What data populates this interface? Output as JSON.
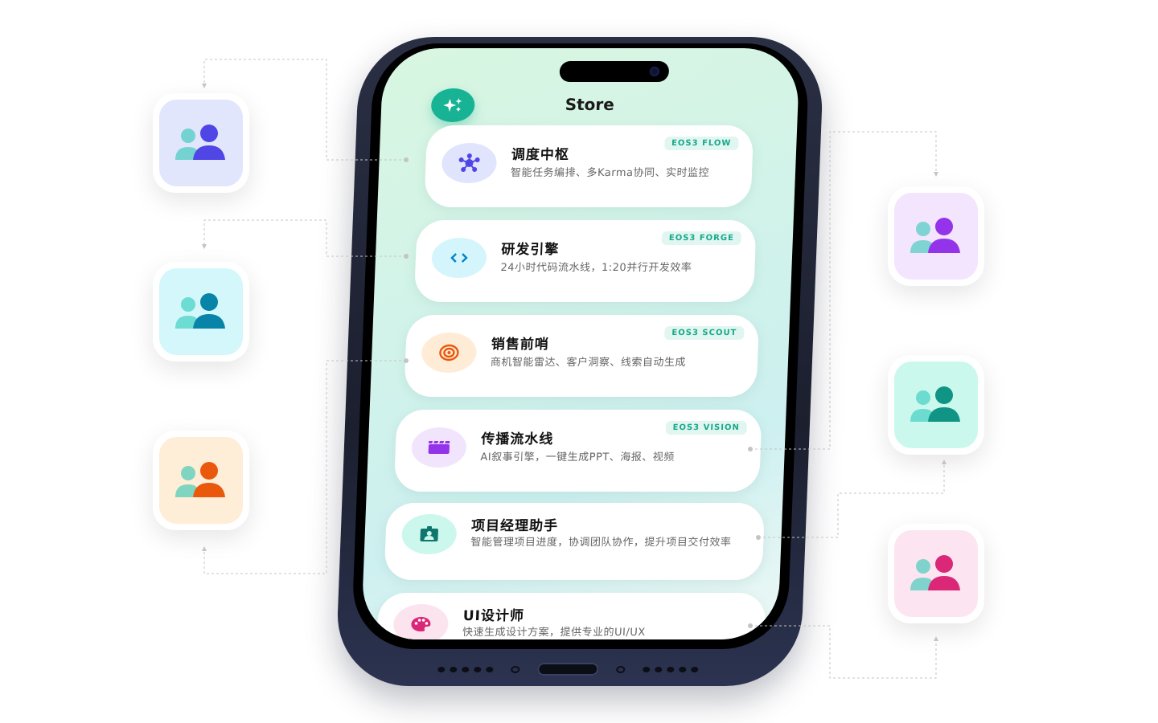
{
  "colors": {
    "accent": "#17b394",
    "badge_text": "#17a88a",
    "badge_bg": "#e2f6f1",
    "connector": "#c4c4c4"
  },
  "screen": {
    "title": "Store",
    "header_button_icon": "sparkles-icon"
  },
  "cards": [
    {
      "title": "调度中枢",
      "description": "智能任务编排、多Karma协同、实时监控",
      "badge": "EOS3 FLOW",
      "icon": "network-hub-icon",
      "icon_color": "#4f46e5",
      "icon_bg": "#e0e4fd"
    },
    {
      "title": "研发引擎",
      "description": "24小时代码流水线，1:20并行开发效率",
      "badge": "EOS3 FORGE",
      "icon": "code-brackets-icon",
      "icon_color": "#0284c7",
      "icon_bg": "#d4f5fb"
    },
    {
      "title": "销售前哨",
      "description": "商机智能雷达、客户洞察、线索自动生成",
      "badge": "EOS3 SCOUT",
      "icon": "radar-target-icon",
      "icon_color": "#ea580c",
      "icon_bg": "#ffecd6"
    },
    {
      "title": "传播流水线",
      "description": "AI叙事引擎，一键生成PPT、海报、视频",
      "badge": "EOS3 VISION",
      "icon": "clapperboard-icon",
      "icon_color": "#9333ea",
      "icon_bg": "#f1e4fd"
    },
    {
      "title": "项目经理助手",
      "description": "智能管理项目进度，协调团队协作，提升项目交付效率",
      "badge": "",
      "icon": "id-badge-icon",
      "icon_color": "#0f766e",
      "icon_bg": "#ccf7ec"
    },
    {
      "title": "UI设计师",
      "description": "快速生成设计方案，提供专业的UI/UX",
      "badge": "",
      "icon": "palette-icon",
      "icon_color": "#db2777",
      "icon_bg": "#fce4ef"
    }
  ],
  "agent_tiles": [
    {
      "side": "left",
      "icon": "users-icon",
      "bg": "#e1e6fd",
      "primary": "#4f46e5",
      "secondary": "#74d3d0"
    },
    {
      "side": "left",
      "icon": "users-icon",
      "bg": "#d3f7fb",
      "primary": "#0784a8",
      "secondary": "#6ddcd3"
    },
    {
      "side": "left",
      "icon": "users-icon",
      "bg": "#feedd7",
      "primary": "#ea580c",
      "secondary": "#80d5c1"
    },
    {
      "side": "right",
      "icon": "users-icon",
      "bg": "#f3e5fd",
      "primary": "#9333ea",
      "secondary": "#80d3d3"
    },
    {
      "side": "right",
      "icon": "users-icon",
      "bg": "#cbf8ec",
      "primary": "#0f9485",
      "secondary": "#6ddcd0"
    },
    {
      "side": "right",
      "icon": "users-icon",
      "bg": "#fce5f1",
      "primary": "#db2777",
      "secondary": "#80d3cc"
    }
  ]
}
